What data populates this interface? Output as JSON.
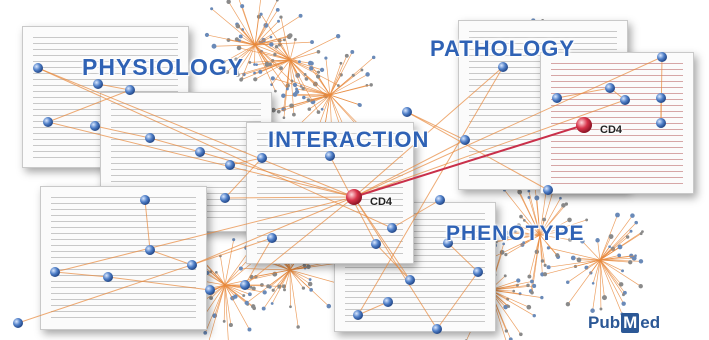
{
  "topics": {
    "physiology": "PHYSIOLOGY",
    "pathology": "PATHOLOGY",
    "interaction": "INTERACTION",
    "phenotype": "PHENOTYPE"
  },
  "gene_labels": {
    "center": "CD4",
    "right": "CD4"
  },
  "logo": {
    "pub": "Pub",
    "med_letter": "M",
    "ed": "ed"
  },
  "colors": {
    "topic_text": "#2f62b5",
    "node_blue": "#4f7fc8",
    "node_red": "#d8344a",
    "edge_orange": "#e8893c",
    "link_red": "#c9304a"
  }
}
